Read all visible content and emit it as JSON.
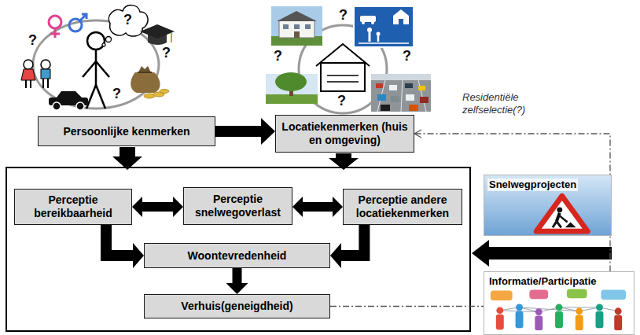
{
  "diagram": {
    "nodes": [
      {
        "text": [
          "Persoonlijke kenmerken"
        ]
      },
      {
        "text": [
          "Locatiekenmerken (huis en omgeving)"
        ]
      },
      {
        "text": [
          "Perceptie bereikbaarheid"
        ]
      },
      {
        "text": [
          "Perceptie snelwegoverlast"
        ]
      },
      {
        "text": [
          "Perceptie andere locatiekenmerken"
        ]
      },
      {
        "text": [
          "Woontevredenheid"
        ]
      },
      {
        "text": [
          "Verhuis(geneigdheid)"
        ]
      },
      {
        "text": [
          "Snelwegprojecten"
        ]
      },
      {
        "text": [
          "Informatie/Participatie"
        ]
      }
    ],
    "edges": [
      {
        "from": 0,
        "to": 1,
        "arrow": "to"
      },
      {
        "from": 2,
        "to": 3,
        "arrow": "both"
      },
      {
        "from": 3,
        "to": 4,
        "arrow": "both"
      },
      {
        "from": 2,
        "to": 5,
        "arrow": "to"
      },
      {
        "from": 4,
        "to": 5,
        "arrow": "to"
      },
      {
        "from": 5,
        "to": 6,
        "arrow": "to"
      },
      {
        "from": 6,
        "to": 1,
        "label": "Residentiële zelfselectie(?)",
        "arrow": "to"
      }
    ],
    "labels": [
      "?",
      "?",
      "?",
      "?",
      "?",
      "?",
      "?",
      "?"
    ]
  }
}
